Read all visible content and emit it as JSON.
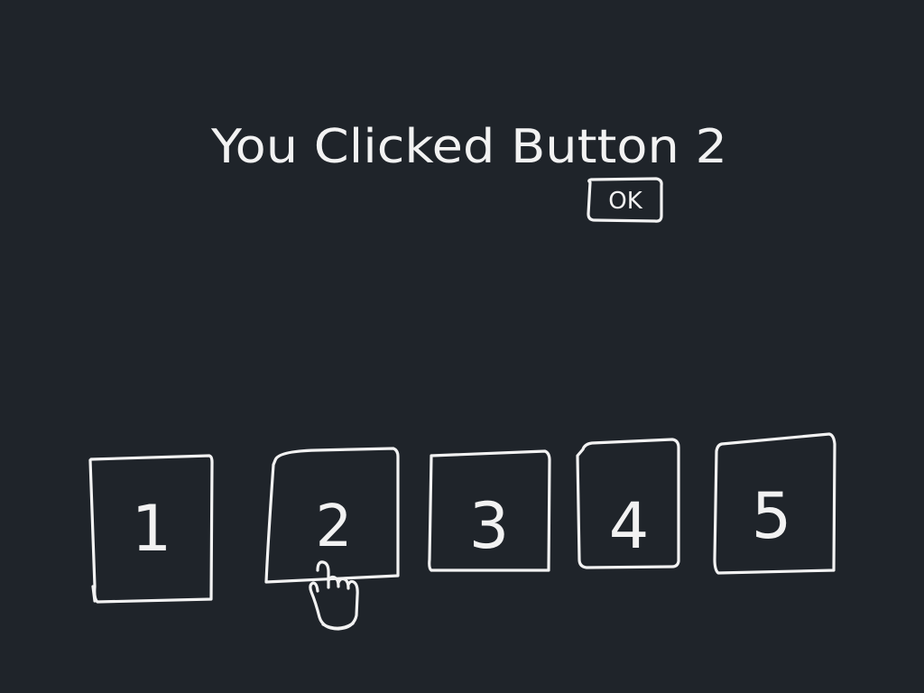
{
  "dialog": {
    "message": "You Clicked Button 2",
    "ok_label": "OK"
  },
  "buttons": [
    {
      "label": "1"
    },
    {
      "label": "2"
    },
    {
      "label": "3"
    },
    {
      "label": "4"
    },
    {
      "label": "5"
    }
  ],
  "pointer": {
    "icon": "hand-pointer-icon",
    "target_button": "2"
  },
  "colors": {
    "background": "#1f242a",
    "ink": "#f2f2f2"
  }
}
